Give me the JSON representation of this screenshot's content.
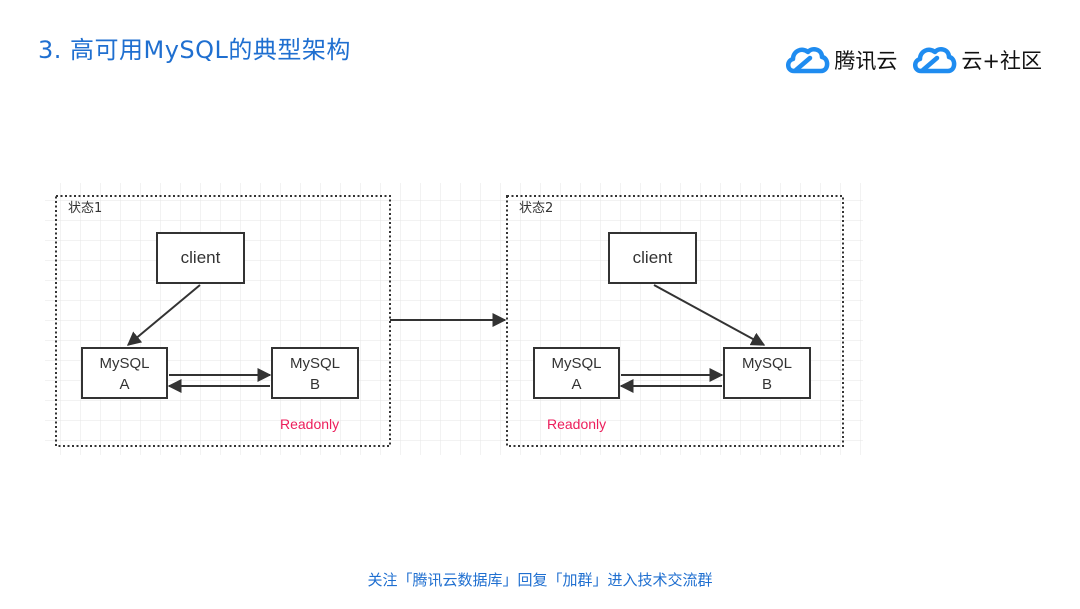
{
  "slide": {
    "title": "3. 高可用MySQL的典型架构",
    "footer": "关注「腾讯云数据库」回复「加群」进入技术交流群"
  },
  "logos": [
    {
      "icon": "cloud-icon",
      "label": "腾讯云"
    },
    {
      "icon": "cloud-icon",
      "label": "云+社区"
    }
  ],
  "diagram": {
    "panels": [
      {
        "label": "状态1",
        "client": "client",
        "node_a": {
          "line1": "MySQL",
          "line2": "A"
        },
        "node_b": {
          "line1": "MySQL",
          "line2": "B"
        },
        "readonly": "Readonly"
      },
      {
        "label": "状态2",
        "client": "client",
        "node_a": {
          "line1": "MySQL",
          "line2": "A"
        },
        "node_b": {
          "line1": "MySQL",
          "line2": "B"
        },
        "readonly": "Readonly"
      }
    ]
  },
  "colors": {
    "title": "#1f6fd0",
    "logo_cloud": "#1f8cf0",
    "readonly": "#ec1d5b",
    "grid": "#e6e6e6",
    "ink": "#333333"
  }
}
